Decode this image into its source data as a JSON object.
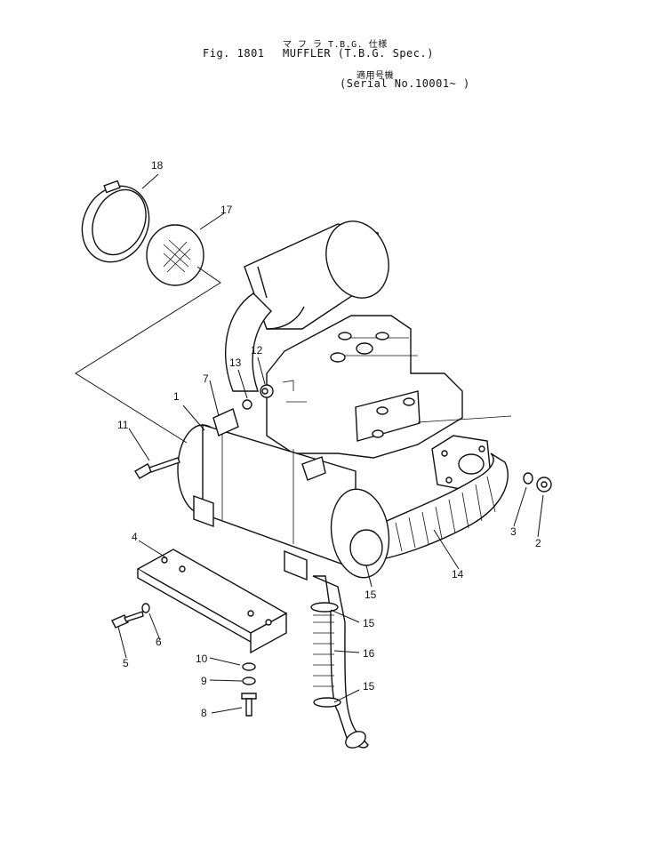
{
  "header": {
    "jp_title": "マ フ ラ T.B.G. 仕様",
    "fig_number": "Fig. 1801",
    "title": "MUFFLER (T.B.G. Spec.)",
    "jp_serial": "適用号機",
    "serial": "(Serial No.10001~ )"
  },
  "callouts": [
    "1",
    "2",
    "3",
    "4",
    "5",
    "6",
    "7",
    "8",
    "9",
    "10",
    "11",
    "12",
    "13",
    "14",
    "15",
    "15",
    "15",
    "16",
    "17",
    "18"
  ]
}
